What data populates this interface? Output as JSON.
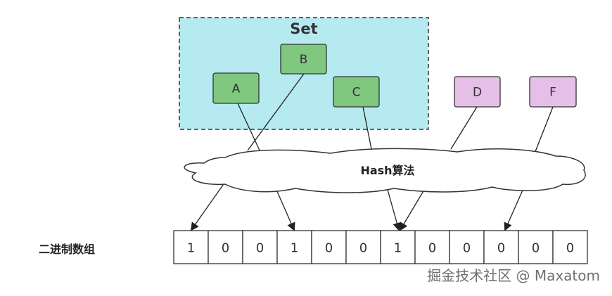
{
  "set": {
    "title": "Set",
    "fill": "#b5eaf0"
  },
  "elements": [
    {
      "label": "A",
      "group": "member",
      "color": "#80c780"
    },
    {
      "label": "B",
      "group": "member",
      "color": "#80c780"
    },
    {
      "label": "C",
      "group": "member",
      "color": "#80c780"
    },
    {
      "label": "D",
      "group": "query",
      "color": "#e6bfe9"
    },
    {
      "label": "F",
      "group": "query",
      "color": "#e6bfe9"
    }
  ],
  "hash": {
    "label": "Hash算法"
  },
  "array": {
    "label": "二进制数组",
    "bits": [
      "1",
      "0",
      "0",
      "1",
      "0",
      "0",
      "1",
      "0",
      "0",
      "0",
      "0",
      "0"
    ]
  },
  "watermark": "掘金技术社区 @ Maxatom"
}
